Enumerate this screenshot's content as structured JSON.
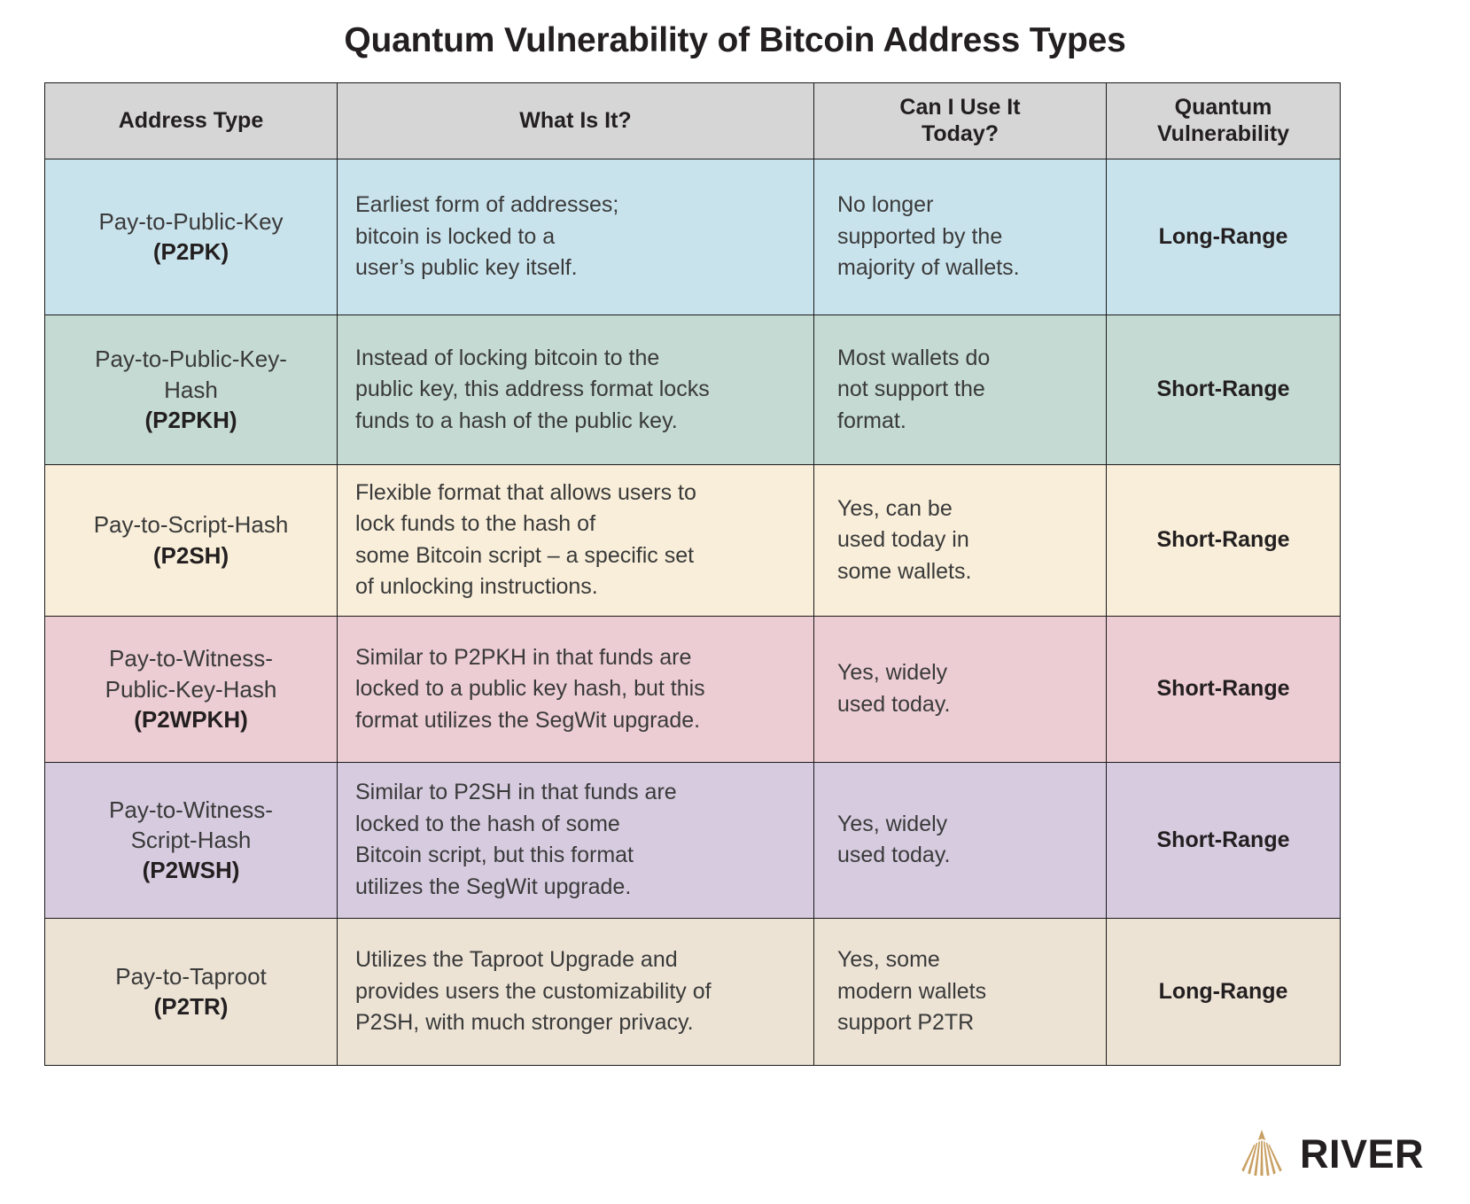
{
  "title": "Quantum Vulnerability of Bitcoin Address Types",
  "table": {
    "headers": [
      "Address Type",
      "What Is It?",
      "Can I Use It\nToday?",
      "Quantum\nVulnerability"
    ],
    "header_lines": [
      [
        "Address Type"
      ],
      [
        "What Is It?"
      ],
      [
        "Can I Use It",
        "Today?"
      ],
      [
        "Quantum",
        "Vulnerability"
      ]
    ],
    "rows": [
      {
        "address_type_lines": [
          "Pay-to-Public-Key"
        ],
        "abbr": "(P2PK)",
        "description_lines": [
          "Earliest form of addresses;",
          "bitcoin is locked to a",
          "user’s public key itself."
        ],
        "today_lines": [
          "No longer",
          "supported by the",
          "majority of wallets."
        ],
        "vulnerability": "Long-Range",
        "row_color": "#c9e3ec"
      },
      {
        "address_type_lines": [
          "Pay-to-Public-Key-",
          "Hash"
        ],
        "abbr": "(P2PKH)",
        "description_lines": [
          "Instead of locking bitcoin to the",
          "public key, this address format locks",
          "funds to a hash of the public key."
        ],
        "today_lines": [
          "Most wallets do",
          "not support the",
          "format."
        ],
        "vulnerability": "Short-Range",
        "row_color": "#c4dad2"
      },
      {
        "address_type_lines": [
          "Pay-to-Script-Hash"
        ],
        "abbr": "(P2SH)",
        "description_lines": [
          "Flexible format that allows users to",
          "lock funds to the hash of",
          "some Bitcoin script – a specific set",
          "of unlocking instructions."
        ],
        "today_lines": [
          "Yes, can be",
          "used today in",
          "some wallets."
        ],
        "vulnerability": "Short-Range",
        "row_color": "#f8eed9"
      },
      {
        "address_type_lines": [
          "Pay-to-Witness-",
          "Public-Key-Hash"
        ],
        "abbr": "(P2WPKH)",
        "description_lines": [
          "Similar to P2PKH in that funds are",
          "locked to a public key hash, but this",
          "format utilizes the SegWit upgrade."
        ],
        "today_lines": [
          "Yes, widely",
          "used today."
        ],
        "vulnerability": "Short-Range",
        "row_color": "#eccdd3"
      },
      {
        "address_type_lines": [
          "Pay-to-Witness-",
          "Script-Hash"
        ],
        "abbr": "(P2WSH)",
        "description_lines": [
          "Similar to P2SH in that funds are",
          "locked to the hash of some",
          "Bitcoin script, but this format",
          "utilizes the SegWit upgrade."
        ],
        "today_lines": [
          "Yes, widely",
          "used today."
        ],
        "vulnerability": "Short-Range",
        "row_color": "#d6cbdf"
      },
      {
        "address_type_lines": [
          "Pay-to-Taproot"
        ],
        "abbr": "(P2TR)",
        "description_lines": [
          "Utilizes the Taproot Upgrade and",
          "provides users the customizability of",
          "P2SH, with much stronger privacy."
        ],
        "today_lines": [
          "Yes, some",
          "modern wallets",
          "support P2TR"
        ],
        "vulnerability": "Long-Range",
        "row_color": "#ece3d5"
      }
    ]
  },
  "footer": {
    "brand": "RIVER",
    "logo_icon": "river-fan-logo-icon",
    "logo_color": "#c8a063"
  },
  "colors": {
    "header_background": "#d6d6d6",
    "border": "#1a1a1a",
    "text": "#3a3a3a",
    "title": "#231f20"
  }
}
